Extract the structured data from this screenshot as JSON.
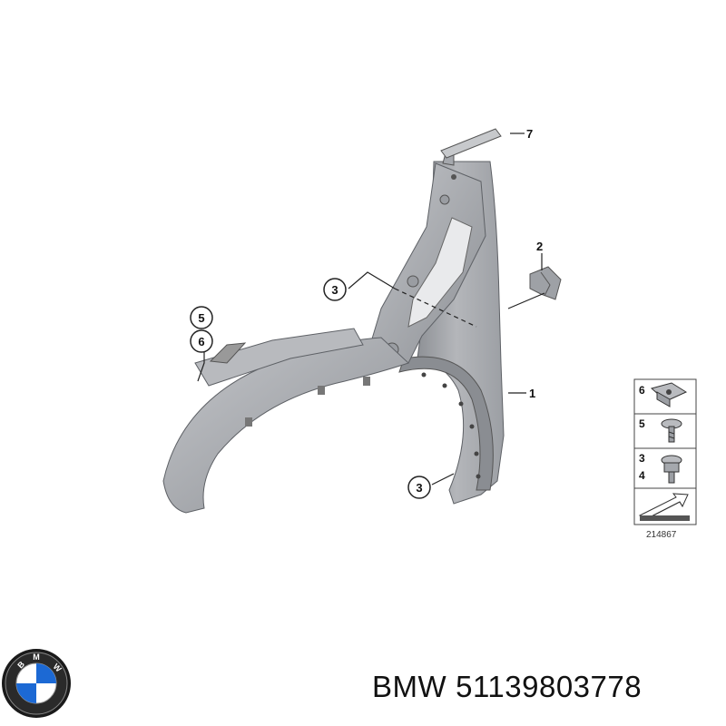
{
  "callouts": {
    "part_1": "1",
    "part_2": "2",
    "part_3_upper": "3",
    "part_3_lower": "3",
    "part_5": "5",
    "part_6": "6",
    "part_7": "7"
  },
  "legend": {
    "row_1": "6",
    "row_2": "5",
    "row_3a": "3",
    "row_3b": "4",
    "ref_number": "214867"
  },
  "footer": {
    "brand": "BMW",
    "part_number": "51139803778"
  },
  "icons": {
    "logo": "bmw-roundel-logo"
  },
  "colors": {
    "part_gray": "#a9abb0",
    "part_dark": "#7c7f85",
    "logo_blue": "#1c69d4"
  }
}
